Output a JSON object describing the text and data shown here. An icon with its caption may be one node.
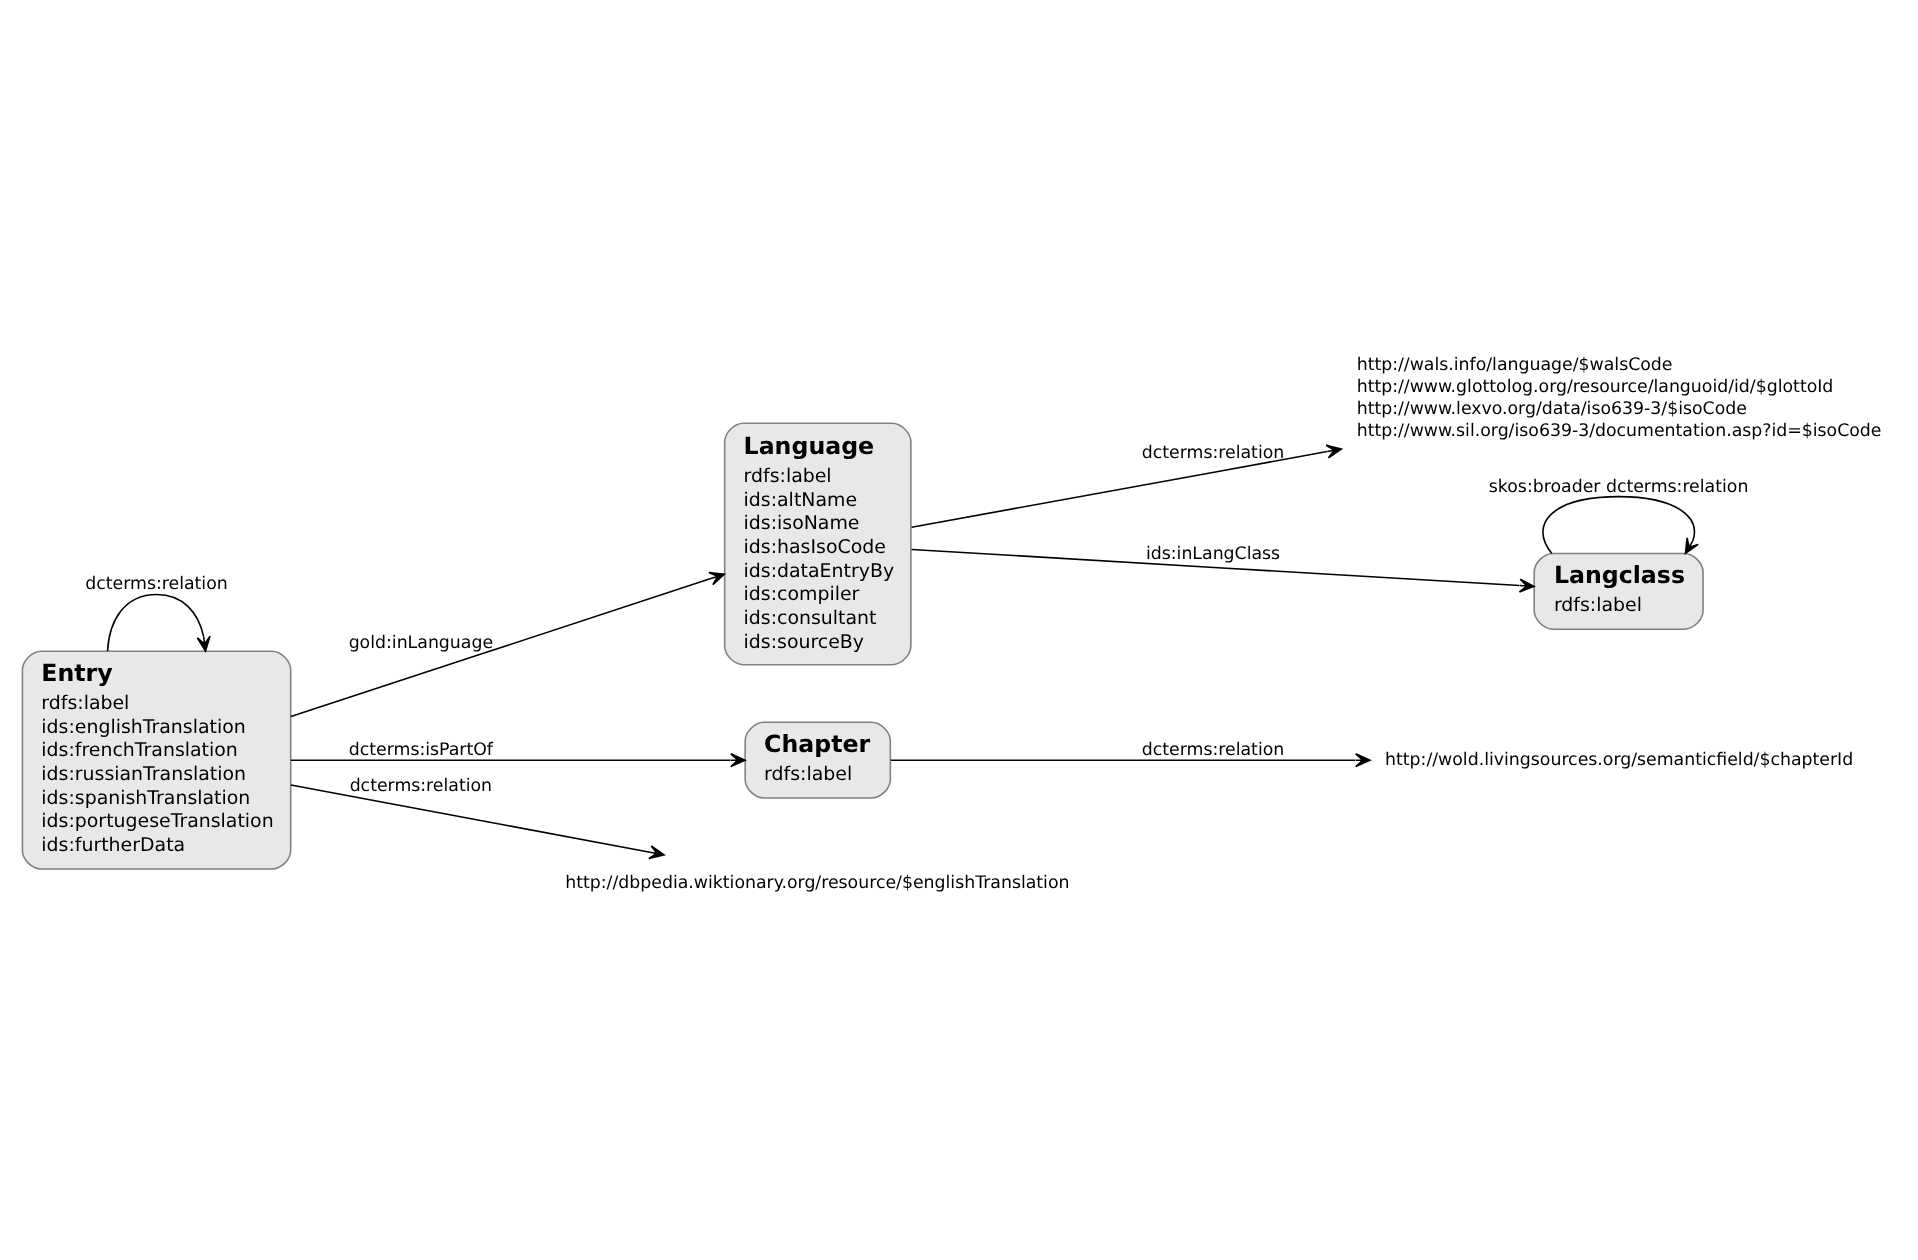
{
  "diagram": {
    "nodes": [
      {
        "text": [
          "Language",
          "rdfs:label",
          "ids:altName",
          "ids:isoName",
          "ids:hasIsoCode",
          "ids:dataEntryBy",
          "ids:compiler",
          "ids:consultant",
          "ids:sourceBy"
        ]
      },
      {
        "text": [
          "http://wals.info/language/$walsCode",
          "http://www.glottolog.org/resource/languoid/id/$glottoId",
          "http://www.lexvo.org/data/iso639-3/$isoCode",
          "http://www.sil.org/iso639-3/documentation.asp?id=$isoCode"
        ]
      },
      {
        "text": [
          "Langclass",
          "rdfs:label"
        ]
      },
      {
        "text": [
          "Entry",
          "rdfs:label",
          "ids:englishTranslation",
          "ids:frenchTranslation",
          "ids:russianTranslation",
          "ids:spanishTranslation",
          "ids:portugeseTranslation",
          "ids:furtherData"
        ]
      },
      {
        "text": [
          "Chapter",
          "rdfs:label"
        ]
      },
      {
        "text": [
          "http://dbpedia.wiktionary.org/resource/$englishTranslation"
        ]
      },
      {
        "text": [
          "http://wold.livingsources.org/semanticfield/$chapterId"
        ]
      }
    ],
    "edges": [
      {
        "from": 0,
        "to": 1,
        "arrow": "to",
        "label": "dcterms:relation"
      },
      {
        "from": 0,
        "to": 2,
        "arrow": "to",
        "label": "ids:inLangClass"
      },
      {
        "from": 2,
        "to": 2,
        "arrow": "to",
        "label": "skos:broader dcterms:relation"
      },
      {
        "from": 3,
        "to": 0,
        "arrow": "to",
        "label": "gold:inLanguage"
      },
      {
        "from": 3,
        "to": 4,
        "arrow": "to",
        "label": "dcterms:isPartOf"
      },
      {
        "from": 3,
        "to": 5,
        "arrow": "to",
        "label": "dcterms:relation"
      },
      {
        "from": 3,
        "to": 3,
        "arrow": "to",
        "label": "dcterms:relation"
      },
      {
        "from": 4,
        "to": 6,
        "arrow": "to",
        "label": "dcterms:relation"
      }
    ]
  }
}
